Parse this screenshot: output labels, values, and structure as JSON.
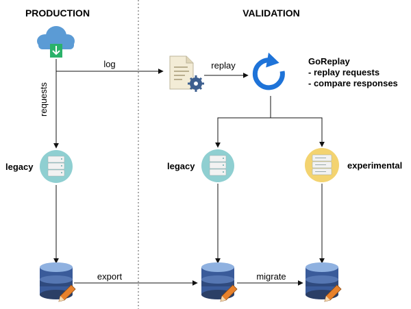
{
  "sections": {
    "left_title": "PRODUCTION",
    "right_title": "VALIDATION"
  },
  "edges": {
    "log": "log",
    "replay": "replay",
    "requests": "requests",
    "export": "export",
    "migrate": "migrate"
  },
  "nodes": {
    "prod_legacy": "legacy",
    "val_legacy": "legacy",
    "experimental": "experimental"
  },
  "goreplay": {
    "name": "GoReplay",
    "line1": "- replay requests",
    "line2": "- compare responses"
  },
  "colors": {
    "server_teal": "#8fcfd1",
    "server_yellow": "#f3d370",
    "cloud_blue": "#5b9bd5",
    "download_green": "#2bb26a",
    "replay_blue": "#1e73d8",
    "db_top": "#8fb1e0",
    "db_mid": "#3a5b9a",
    "db_dark": "#2b3f66",
    "pencil": "#e8822c"
  },
  "icons": [
    "cloud-download-icon",
    "log-file-gear-icon",
    "replay-arrow-icon",
    "server-icon",
    "database-pencil-icon"
  ]
}
